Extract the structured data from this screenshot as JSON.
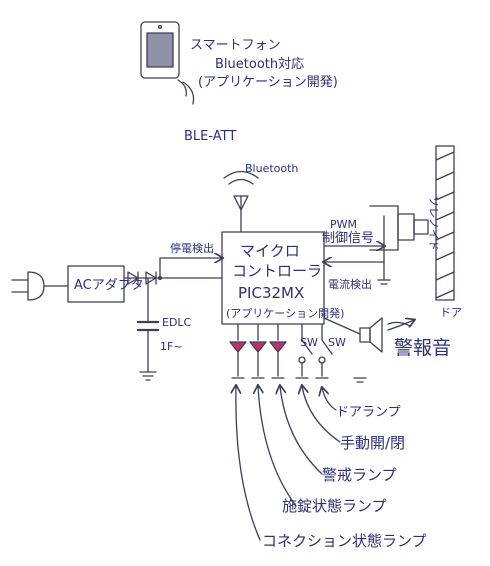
{
  "labels": {
    "smartphone": "スマートフォン",
    "bluetooth_support": "Bluetooth対応",
    "app_dev_phone": "(アプリケーション開発)",
    "ble_att": "BLE-ATT",
    "bluetooth_antenna": "Bluetooth",
    "power_detect": "停電検出",
    "ac_adapter": "ACアダプタ",
    "edlc": "EDLC",
    "capacitance": "1F~",
    "mcu_line1": "マイクロ",
    "mcu_line2": "コントローラ",
    "mcu_chip": "PIC32MX",
    "app_dev_mcu": "(アプリケーション開発)",
    "pwm": "PWM",
    "control_signal": "制御信号",
    "current_detect": "電流検出",
    "solenoid": "ソレノイド",
    "door": "ドア",
    "alarm_sound": "警報音",
    "sw_label_1": "SW",
    "sw_label_2": "SW",
    "door_lamp": "ドアランプ",
    "manual_open_close": "手動開/閉",
    "alarm_lamp": "警戒ランプ",
    "lock_state_lamp": "施錠状態ランプ",
    "connection_state_lamp": "コネクション状態ランプ"
  }
}
